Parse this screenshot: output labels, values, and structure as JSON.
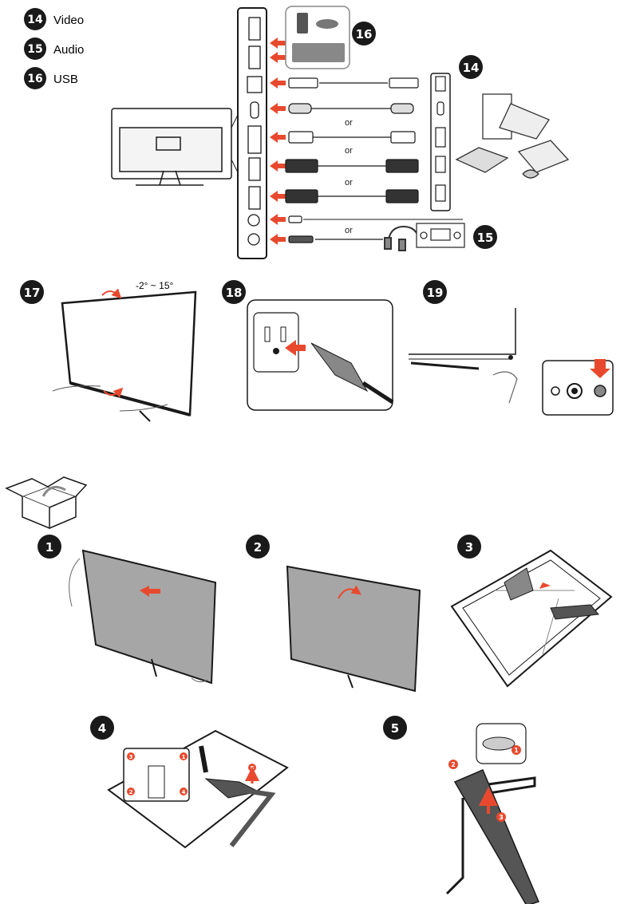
{
  "legend": [
    {
      "num": "14",
      "label": "Video"
    },
    {
      "num": "15",
      "label": "Audio"
    },
    {
      "num": "16",
      "label": "USB"
    }
  ],
  "steps": {
    "s14": "14",
    "s15": "15",
    "s16": "16",
    "s17": "17",
    "s18": "18",
    "s19": "19",
    "s1": "1",
    "s2": "2",
    "s3": "3",
    "s4": "4",
    "s5": "5"
  },
  "or_labels": [
    "or",
    "or",
    "or",
    "or"
  ],
  "tilt_range": "-2° ~ 15°",
  "small_marks": {
    "vesa": [
      "1",
      "2",
      "3",
      "4"
    ],
    "stand_arrow": "5",
    "hinge": [
      "1",
      "2",
      "3"
    ]
  },
  "colors": {
    "accent": "#e8492e",
    "badge": "#1a1a1a",
    "panel": "#a6a6a6"
  }
}
